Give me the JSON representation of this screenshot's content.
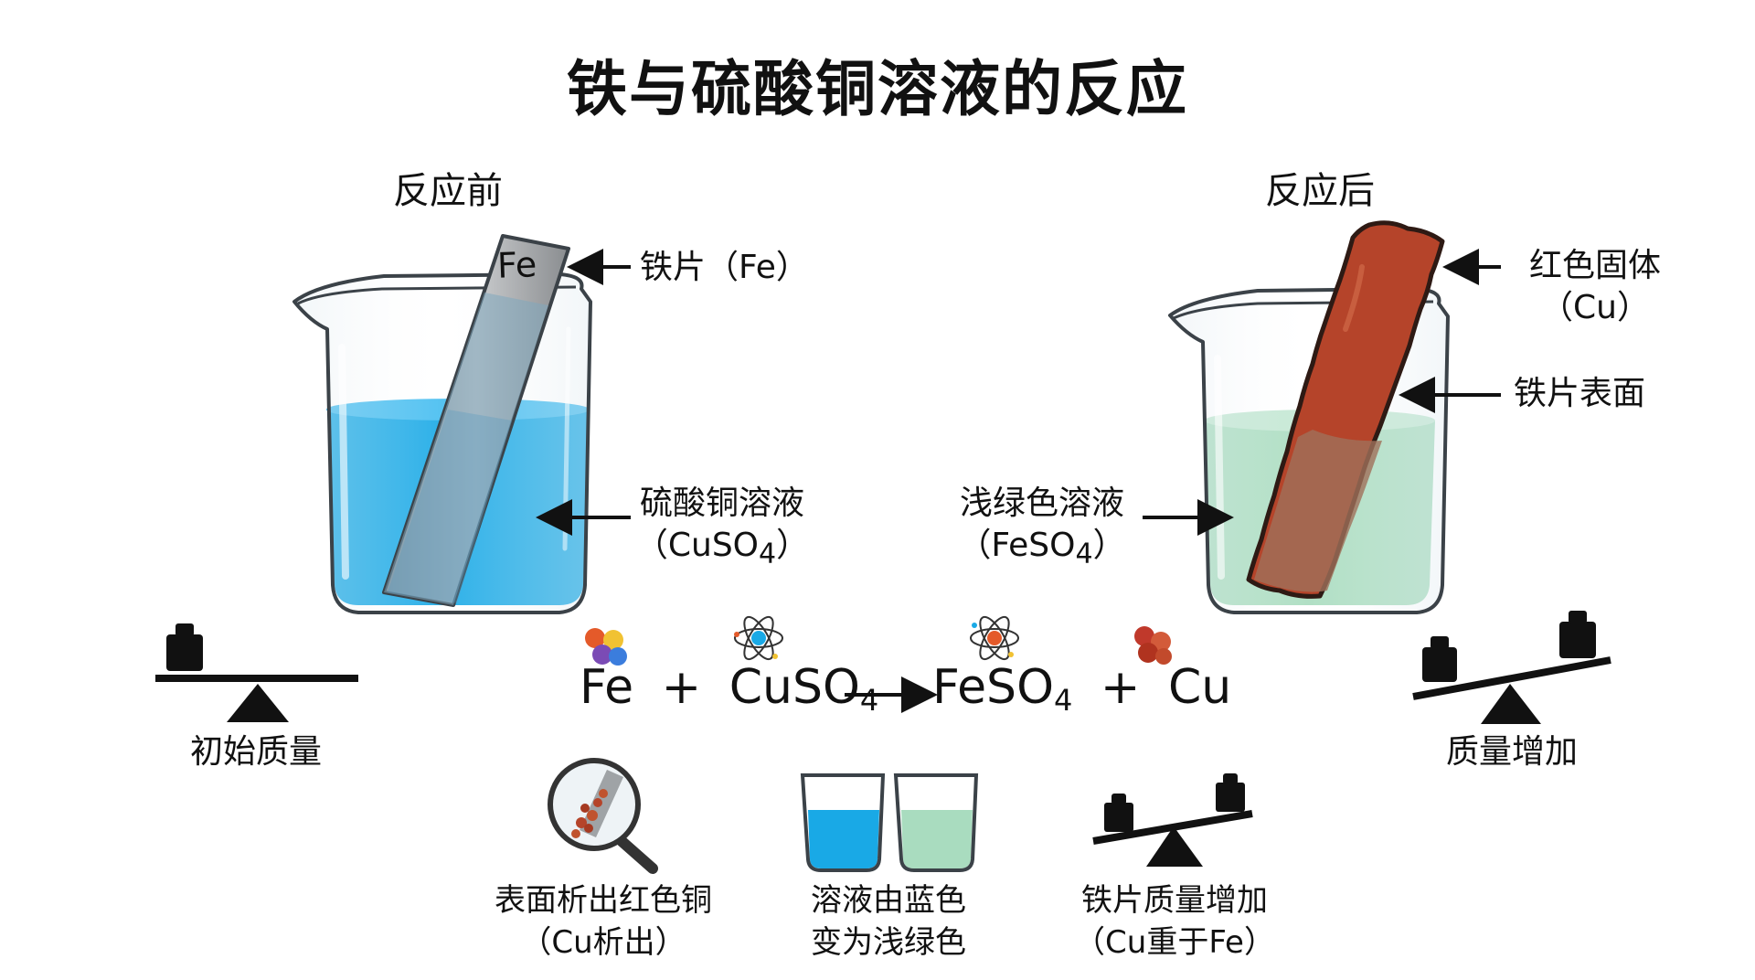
{
  "title": "铁与硫酸铜溶液的反应",
  "before": {
    "heading": "反应前",
    "strip_mark": "Fe",
    "strip_label": "铁片（Fe）",
    "solution_label": "硫酸铜溶液",
    "solution_formula_pre": "（CuSO",
    "solution_formula_sub": "4",
    "solution_formula_post": "）",
    "mass_label": "初始质量"
  },
  "after": {
    "heading": "反应后",
    "solid_label_1": "红色固体",
    "solid_label_2": "（Cu）",
    "surface_label": "铁片表面",
    "solution_label": "浅绿色溶液",
    "solution_formula_pre": "（FeSO",
    "solution_formula_sub": "4",
    "solution_formula_post": "）",
    "mass_label": "质量增加"
  },
  "equation": {
    "reactant_1": "Fe",
    "plus_1": "+",
    "reactant_2": "CuSO",
    "reactant_2_sub": "4",
    "product_1": "FeSO",
    "product_1_sub": "4",
    "plus_2": "+",
    "product_2": "Cu"
  },
  "observations": [
    {
      "line1": "表面析出红色铜",
      "line2": "（Cu析出）"
    },
    {
      "line1": "溶液由蓝色",
      "line2": "变为浅绿色"
    },
    {
      "line1": "铁片质量增加",
      "line2": "（Cu重于Fe）"
    }
  ],
  "colors": {
    "copper_sulfate": "#19a9e6",
    "ferrous_sulfate": "#a9dcbf",
    "copper": "#b5442a",
    "iron": "#a4a7aa",
    "ink": "#111111"
  },
  "icons": [
    "beaker-icon",
    "iron-strip-icon",
    "copper-strip-icon",
    "balance-scale-icon",
    "weight-icon",
    "atom-icon",
    "molecule-icon",
    "magnifier-icon"
  ]
}
